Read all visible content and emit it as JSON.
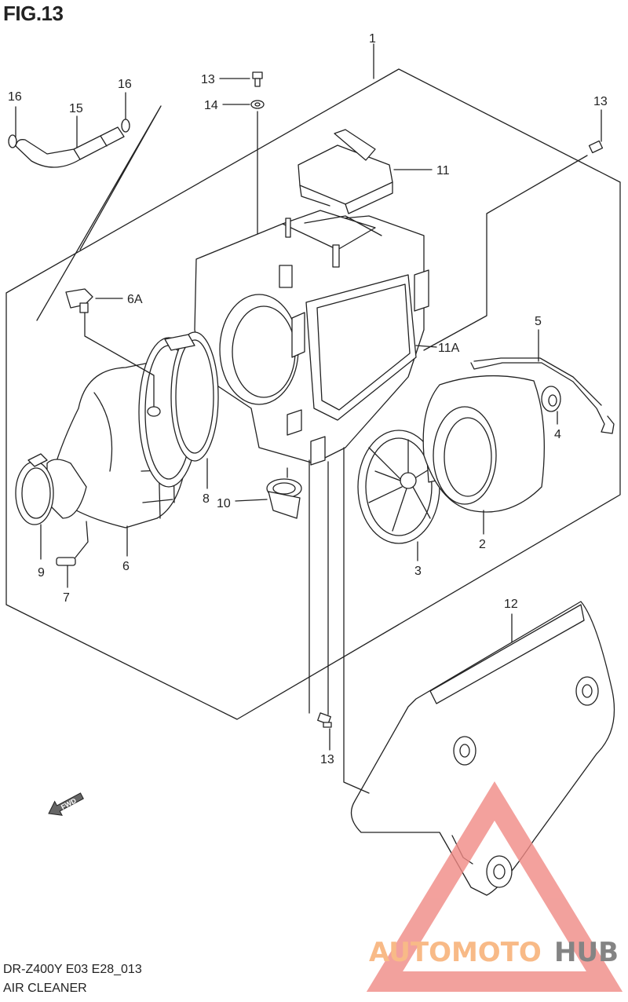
{
  "figure": {
    "title": "FIG.13",
    "code": "DR-Z400Y E03 E28_013",
    "name": "AIR CLEANER"
  },
  "callouts": {
    "c1": "1",
    "c2": "2",
    "c3": "3",
    "c4": "4",
    "c5": "5",
    "c6": "6",
    "c6a": "6A",
    "c7": "7",
    "c8": "8",
    "c9": "9",
    "c10": "10",
    "c11": "11",
    "c11a": "11A",
    "c12": "12",
    "c13a": "13",
    "c13b": "13",
    "c13c": "13",
    "c14": "14",
    "c15": "15",
    "c16a": "16",
    "c16b": "16"
  },
  "fwd_arrow": {
    "label": "FWD"
  },
  "watermark": {
    "part1": "AUTOMOTO",
    "part2": "HUB",
    "color1": "#f7a96a",
    "color2": "#666666",
    "triangle_color": "#f08a85"
  }
}
